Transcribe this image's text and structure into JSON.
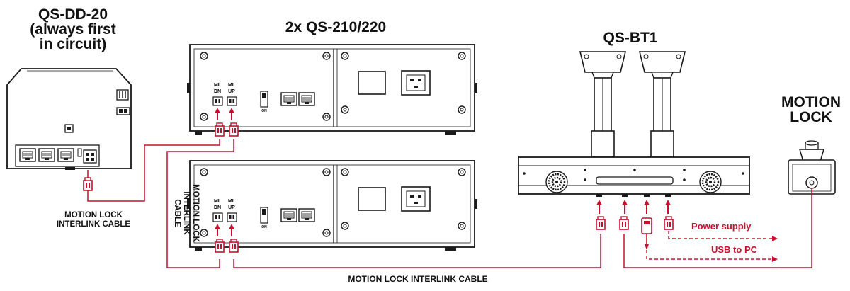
{
  "labels": {
    "qs_dd20_title_1": "QS-DD-20",
    "qs_dd20_title_2": "(always first",
    "qs_dd20_title_3": "in circuit)",
    "qs210_title": "2x QS-210/220",
    "qsbt1_title": "QS-BT1",
    "motion_lock_title_1": "MOTION",
    "motion_lock_title_2": "LOCK",
    "interlink_left_1": "MOTION LOCK",
    "interlink_left_2": "INTERLINK CABLE",
    "interlink_vertical_1": "MOTION LOCK",
    "interlink_vertical_2": "INTERLINK",
    "interlink_vertical_3": "CABLE",
    "interlink_bottom": "MOTION LOCK INTERLINK CABLE",
    "power_supply": "Power supply",
    "usb_to_pc": "USB to PC"
  },
  "port_labels": {
    "ml_dn_1": "ML",
    "ml_dn_2": "DN",
    "ml_up_1": "ML",
    "ml_up_2": "UP",
    "switch_on": "ON"
  },
  "colors": {
    "cable": "#c8102e",
    "outline": "#1a1a1a",
    "panel": "#ffffff",
    "background": "#ffffff"
  }
}
